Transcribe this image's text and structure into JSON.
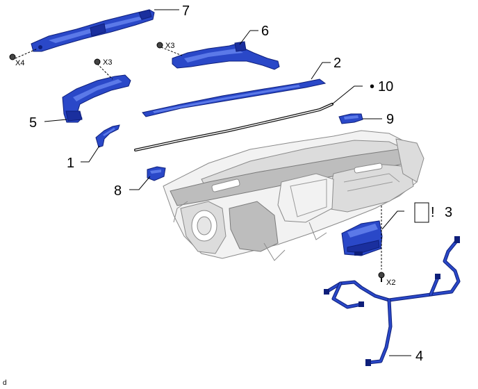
{
  "callouts": {
    "c1": "1",
    "c2": "2",
    "c3": "3",
    "c4": "4",
    "c5": "5",
    "c6": "6",
    "c7": "7",
    "c8": "8",
    "c9": "9",
    "c10": "10"
  },
  "quantities": {
    "q_part7_bolts": "X4",
    "q_part5_bolts": "X3",
    "q_part6_bolts": "X3",
    "q_part3_bolts": "X2"
  },
  "symbols": {
    "non_reusable_mark": "•",
    "caution_mark": "!"
  },
  "corner_label": "d",
  "colors": {
    "part_blue": "#2a48c8",
    "dashboard_gray": "#f2f2f2"
  }
}
